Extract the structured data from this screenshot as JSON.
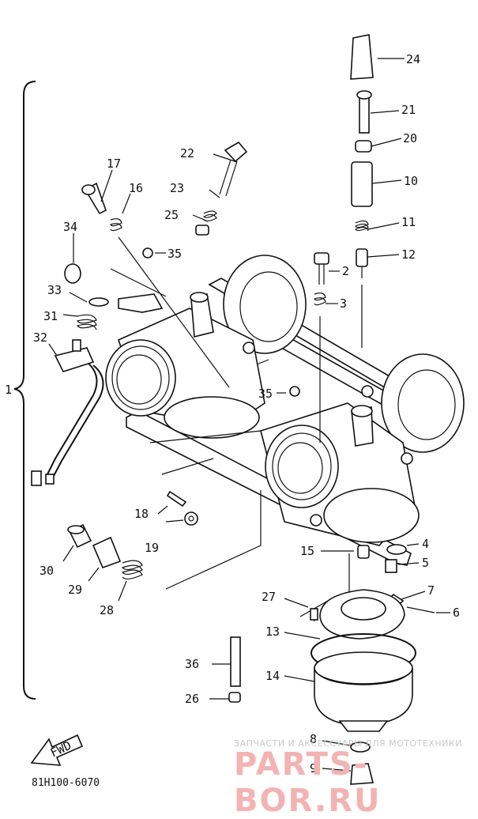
{
  "diagram": {
    "group_label": "1",
    "callouts": [
      "2",
      "3",
      "4",
      "5",
      "6",
      "7",
      "8",
      "9",
      "10",
      "11",
      "12",
      "13",
      "14",
      "15",
      "16",
      "17",
      "18",
      "19",
      "20",
      "21",
      "22",
      "23",
      "24",
      "25",
      "26",
      "27",
      "28",
      "29",
      "30",
      "31",
      "32",
      "33",
      "34",
      "35",
      "35",
      "36"
    ],
    "fwd_label": "FWD",
    "drawing_code": "81H100-6070"
  },
  "watermark": {
    "top_text": "ЗАПЧАСТИ И АКСЕССУАРЫ ДЛЯ МОТОТЕХНИКИ",
    "logo_text": "PARTS-BOR.RU"
  }
}
